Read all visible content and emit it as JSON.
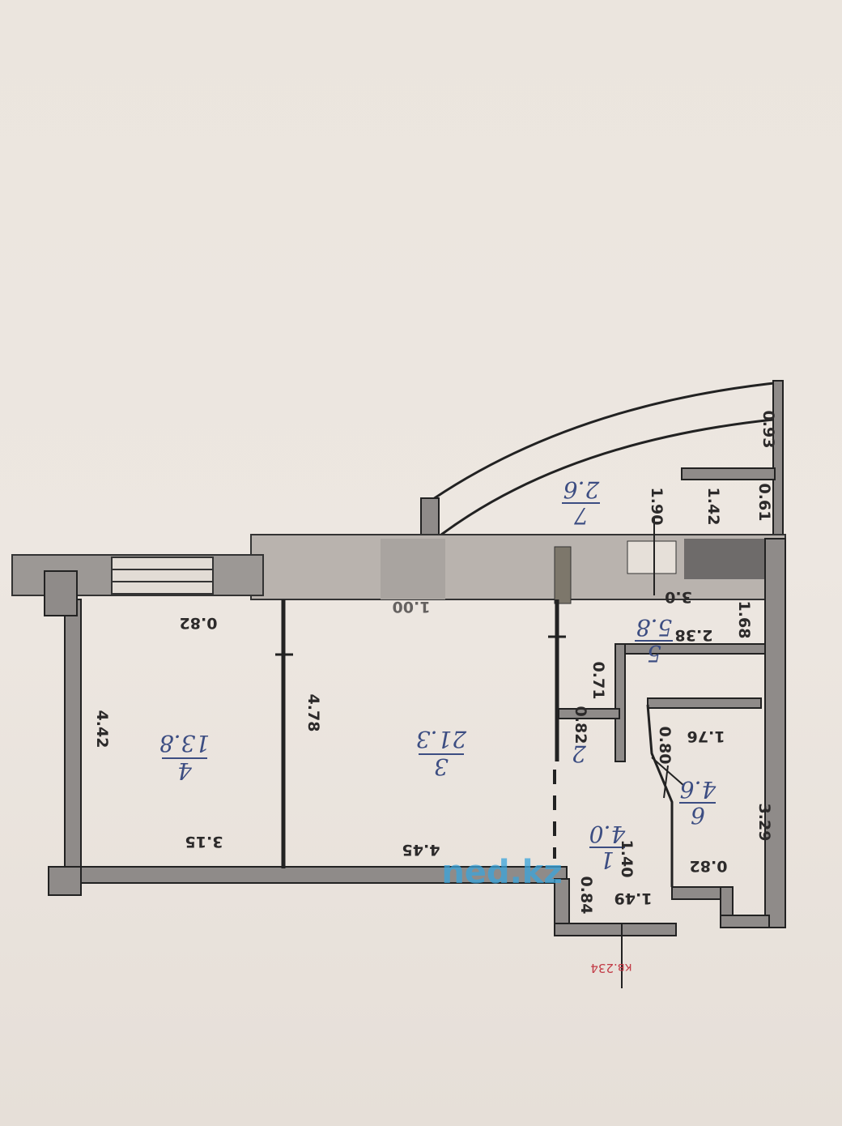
{
  "plan": {
    "apartment_label": "кв.234",
    "watermark": "ned.kz",
    "rooms": [
      {
        "number": "1",
        "area": "4.0"
      },
      {
        "number": "2",
        "area": ""
      },
      {
        "number": "3",
        "area": "21.3"
      },
      {
        "number": "4",
        "area": "13.8"
      },
      {
        "number": "5",
        "area": "5.8"
      },
      {
        "number": "6",
        "area": "4.6"
      },
      {
        "number": "7",
        "area": "2.6"
      }
    ],
    "dimensions": [
      "0.93",
      "1.42",
      "0.61",
      "1.90",
      "1.00",
      "0.82",
      "3.0",
      "1.68",
      "2.38",
      "0.71",
      "4.42",
      "4.78",
      "0.82",
      "0.80",
      "1.76",
      "3.29",
      "3.15",
      "4.45",
      "1.40",
      "0.82",
      "0.84",
      "1.49"
    ]
  }
}
